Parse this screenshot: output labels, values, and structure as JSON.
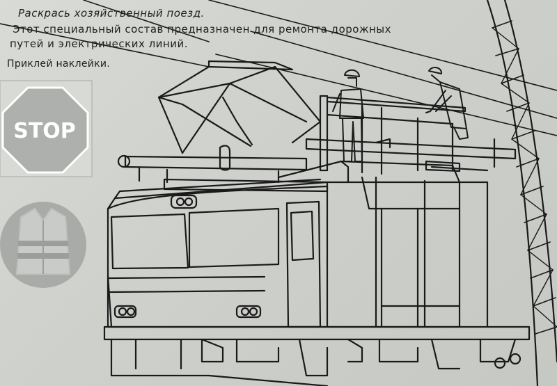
{
  "instructions": {
    "title": "Раскрась хозяйственный поезд.",
    "description_line1": "Этот специальный состав предназначен для ремонта дорожных",
    "description_line2": "путей и электрических линий.",
    "sticker_prompt": "Приклей наклейки."
  },
  "stickers": {
    "stop_sign_text": "STOP",
    "vest_icon": "safety-vest-icon"
  },
  "colors": {
    "paper": "#d3d5d1",
    "ink": "#1a1a1a",
    "sticker_gray": "#a9aba8"
  }
}
